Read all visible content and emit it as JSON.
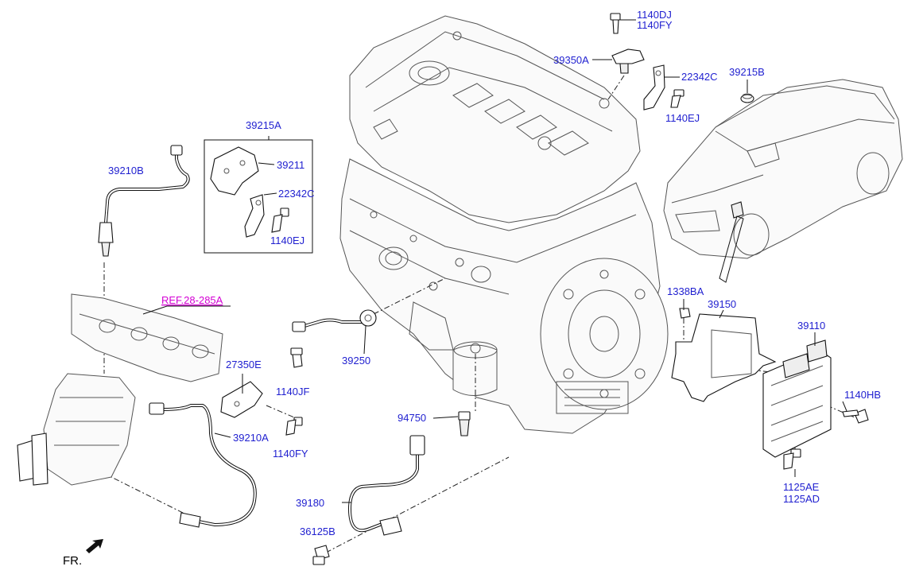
{
  "labels": {
    "p1140DJ": "1140DJ",
    "p1140FY_top": "1140FY",
    "p39350A": "39350A",
    "p22342C_top": "22342C",
    "p39215B": "39215B",
    "p1140EJ_top": "1140EJ",
    "p39215A": "39215A",
    "p39211": "39211",
    "p22342C_box": "22342C",
    "p1140EJ_box": "1140EJ",
    "p39210B": "39210B",
    "ref": "REF.28-285A",
    "p27350E": "27350E",
    "p1140JF": "1140JF",
    "p39250": "39250",
    "p39210A": "39210A",
    "p1140FY": "1140FY",
    "p94750": "94750",
    "p1338BA": "1338BA",
    "p39150": "39150",
    "p39110": "39110",
    "p1140HB": "1140HB",
    "p1125AE": "1125AE",
    "p1125AD": "1125AD",
    "p39180": "39180",
    "p36125B": "36125B",
    "fr": "FR."
  },
  "icons": {
    "front_arrow": "front-direction-arrow-icon"
  }
}
